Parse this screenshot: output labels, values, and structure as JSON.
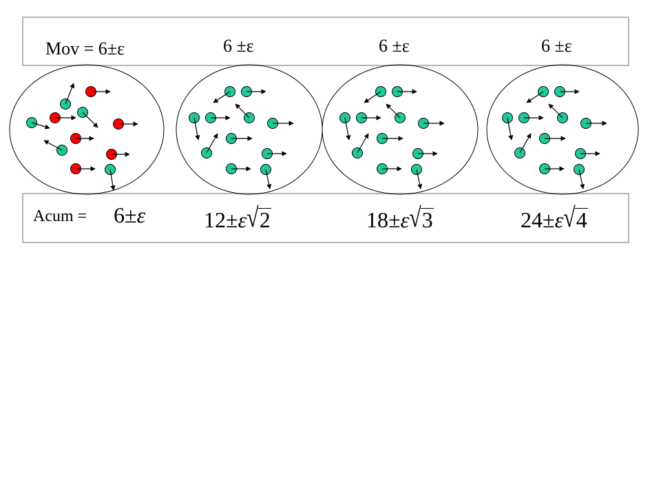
{
  "mov_row": {
    "first": "Mov = 6±ε",
    "others": [
      "6 ±ε",
      "6 ±ε",
      "6 ±ε"
    ]
  },
  "acum_row": {
    "label": "Acum =",
    "values": [
      {
        "base": "6±",
        "eps": "ε",
        "root": ""
      },
      {
        "base": "12±",
        "eps": "ε",
        "root": "2"
      },
      {
        "base": "18±",
        "eps": "ε",
        "root": "3"
      },
      {
        "base": "24±",
        "eps": "ε",
        "root": "4"
      }
    ]
  },
  "colors": {
    "border": "#b5b5b5",
    "red_particle": "#ff0000",
    "teal_particle": "#1fc99a",
    "stroke": "#000000"
  },
  "particle_groups": [
    {
      "particles": [
        {
          "color": "red",
          "dir": "right"
        },
        {
          "color": "teal",
          "dir": "up-right"
        },
        {
          "color": "red",
          "dir": "right"
        },
        {
          "color": "teal",
          "dir": "down-right"
        },
        {
          "color": "teal",
          "dir": "down-right"
        },
        {
          "color": "red",
          "dir": "right"
        },
        {
          "color": "red",
          "dir": "right"
        },
        {
          "color": "teal",
          "dir": "up-left"
        },
        {
          "color": "red",
          "dir": "right"
        },
        {
          "color": "red",
          "dir": "right"
        },
        {
          "color": "teal",
          "dir": "down"
        }
      ]
    },
    {
      "particles": "all-teal"
    },
    {
      "particles": "all-teal"
    },
    {
      "particles": "all-teal"
    }
  ]
}
